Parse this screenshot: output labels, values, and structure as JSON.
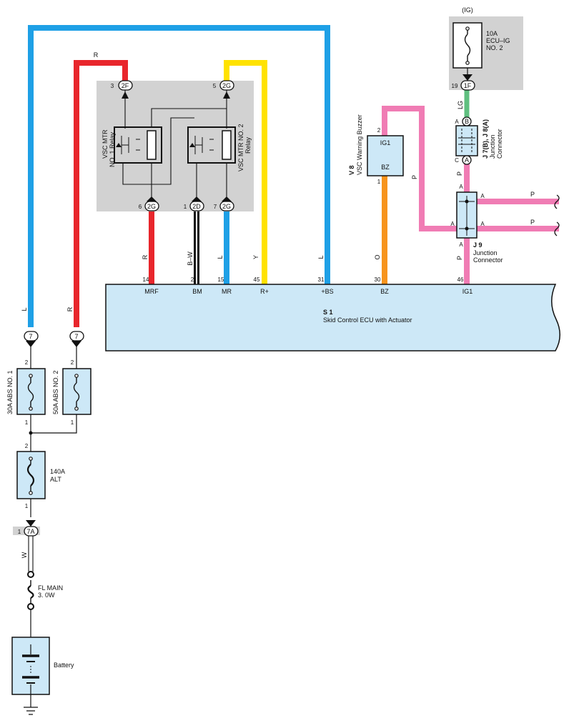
{
  "colors": {
    "blue": "#1ea0e6",
    "red": "#e8262c",
    "yellow": "#ffe200",
    "pink": "#f07cb4",
    "orange": "#f7941d",
    "green": "#5fbf7f",
    "component_fill": "#cde8f7",
    "relay_box": "#d2d2d2"
  },
  "wire_labels": {
    "left_L": "L",
    "left_R": "R",
    "top_R": "R",
    "mrf_R": "R",
    "bm_BW": "B–W",
    "mr_L": "L",
    "rplus_Y": "Y",
    "bs_L": "L",
    "bz_O": "O",
    "buzzer_P": "P",
    "lg": "LG",
    "j7_P": "P",
    "j9_P": "P",
    "branch_P1": "P",
    "branch_P2": "P",
    "alt_W": "W"
  },
  "connectors": {
    "c2F": "2F",
    "c2G_top": "2G",
    "c2G_a": "2G",
    "c2D": "2D",
    "c2G_b": "2G",
    "c7_left": "7",
    "c7_right": "7",
    "c7A": "7A",
    "c1F": "1F",
    "jB": "B",
    "jA": "A"
  },
  "pins": {
    "p3": "3",
    "p5": "5",
    "p6": "6",
    "p1_2D": "1",
    "p7": "7",
    "p14": "14",
    "p2_bm": "2",
    "p15": "15",
    "p45": "45",
    "p31": "31",
    "p30": "30",
    "p46": "46",
    "abs1_top": "2",
    "abs1_bot": "1",
    "abs2_top": "2",
    "abs2_bot": "1",
    "alt_top": "2",
    "alt_bot": "1",
    "c7A_pin": "1",
    "c1F_pin": "19",
    "buz_2": "2",
    "buz_1": "1",
    "jA_top": "A",
    "jC_bot": "C",
    "j9_A_left": "A",
    "j9_A_top": "A",
    "j9_A_right1": "A",
    "j9_A_right2": "A",
    "j9_A_bot": "A"
  },
  "relays": {
    "r1_line1": "VSC MTR",
    "r1_line2": "NO. 1 Relay",
    "r2_line1": "VSC MTR NO. 2",
    "r2_line2": "Relay"
  },
  "ecu": {
    "code": "S 1",
    "name": "Skid Control ECU with Actuator",
    "terminals": [
      "MRF",
      "BM",
      "MR",
      "R+",
      "+BS",
      "BZ",
      "IG1"
    ]
  },
  "buzzer": {
    "code": "V 8",
    "name": "VSC Warning Buzzer",
    "t_ig1": "IG1",
    "t_bz": "BZ"
  },
  "junction_78": {
    "code": "J 7(B), J 8(A)",
    "line1": "Junction",
    "line2": "Connector"
  },
  "junction_9": {
    "code": "J 9",
    "line1": "Junction",
    "line2": "Connector"
  },
  "fuses": {
    "ig_label": "(IG)",
    "ecu_ig_1": "10A",
    "ecu_ig_2": "ECU–IG",
    "ecu_ig_3": "NO. 2",
    "abs1": "30A ABS NO. 1",
    "abs2": "50A ABS NO. 2",
    "alt_1": "140A",
    "alt_2": "ALT",
    "flmain_1": "FL MAIN",
    "flmain_2": "3. 0W"
  },
  "battery": {
    "label": "Battery"
  }
}
